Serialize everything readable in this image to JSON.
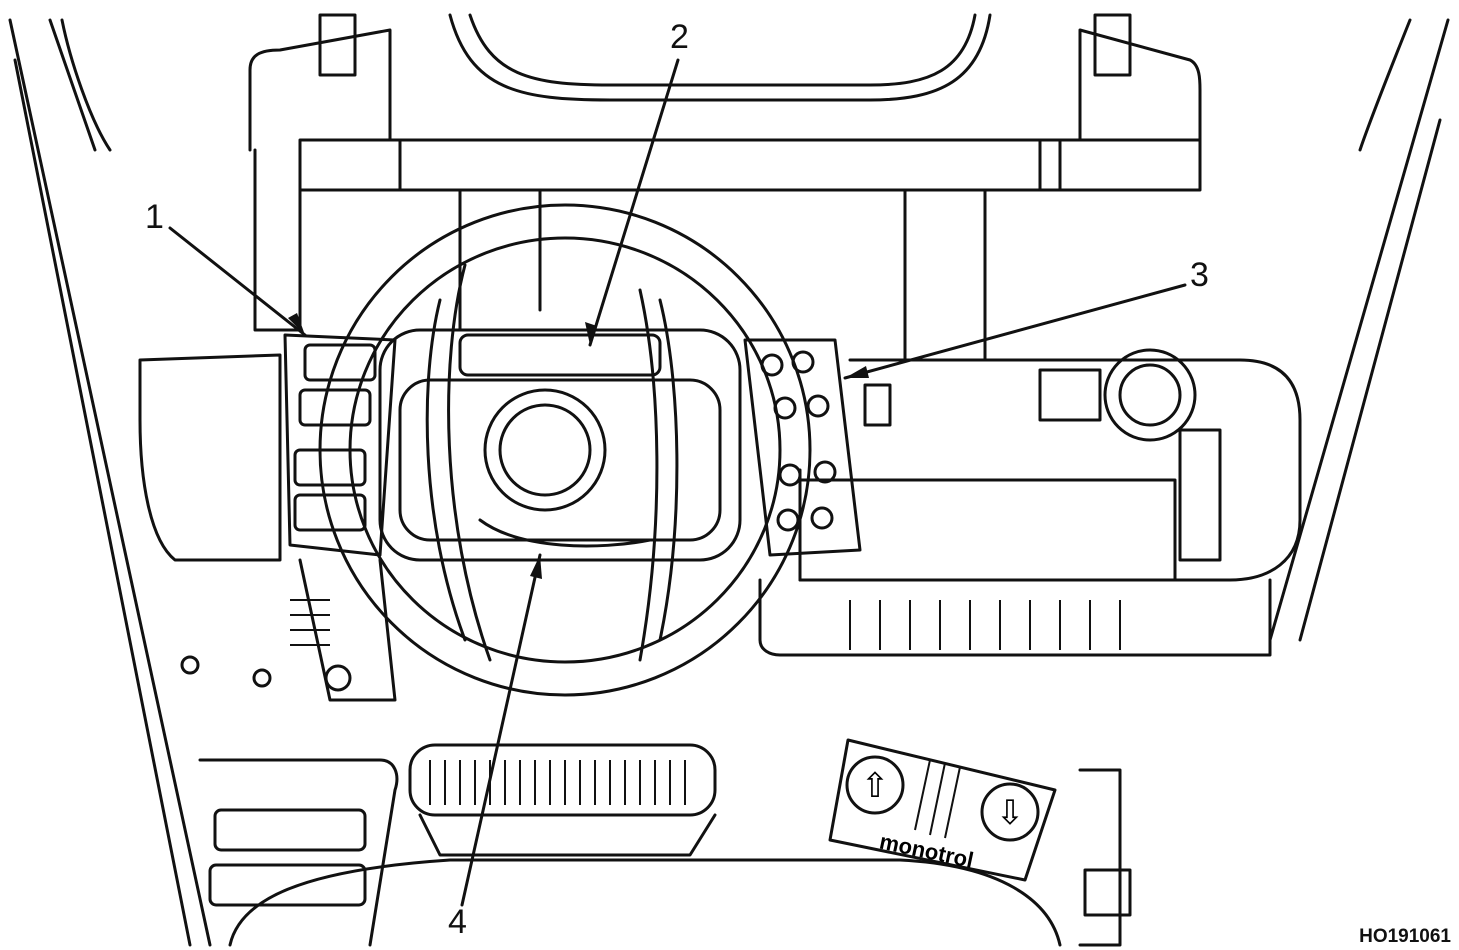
{
  "callouts": [
    {
      "label": "1"
    },
    {
      "label": "2"
    },
    {
      "label": "3"
    },
    {
      "label": "4"
    }
  ],
  "figure_code": "HO191061",
  "pedal_text": "monotrol",
  "colors": {
    "line": "#111111",
    "background": "#ffffff"
  },
  "icons": [
    "up-arrow-icon",
    "down-arrow-icon"
  ]
}
